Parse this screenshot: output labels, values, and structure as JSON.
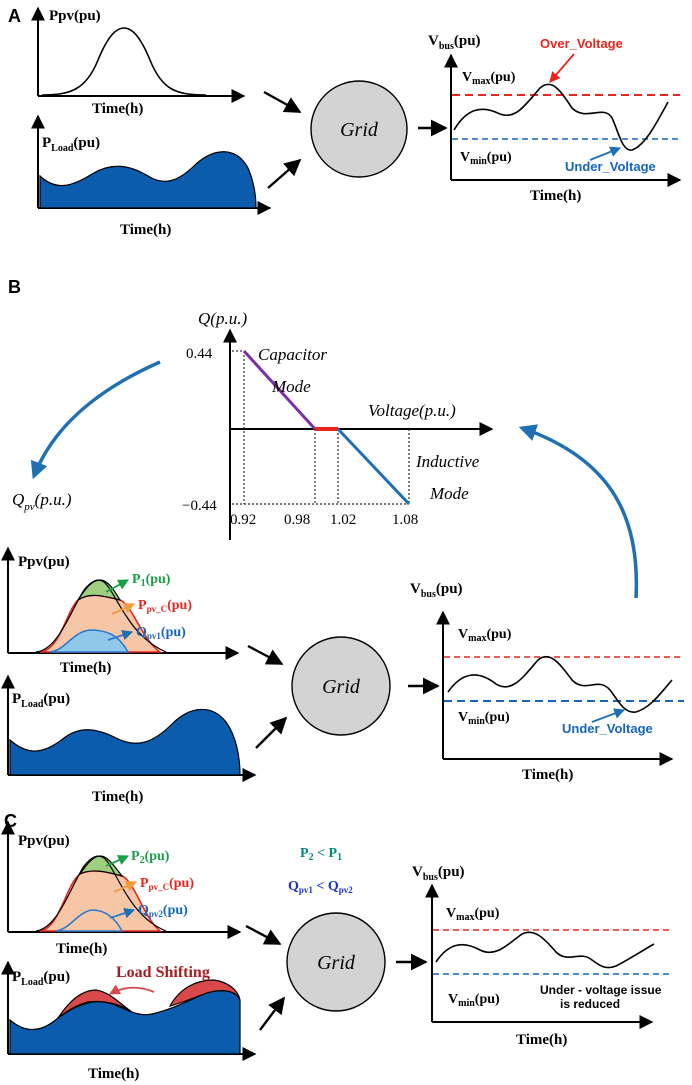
{
  "panels": {
    "A": {
      "label": "A",
      "ppv_label": "Ppv(pu)",
      "time_label": "Time(h)",
      "pload_label_main": "P",
      "pload_label_sub": "Load",
      "pload_label_unit": "(pu)",
      "grid_label": "Grid",
      "vbus_main": "V",
      "vbus_sub": "bus",
      "vbus_unit": "(pu)",
      "over_voltage": "Over_Voltage",
      "under_voltage": "Under_Voltage",
      "vmax_main": "V",
      "vmax_sub": "max",
      "vmax_unit": "(pu)",
      "vmin_main": "V",
      "vmin_sub": "min",
      "vmin_unit": "(pu)"
    },
    "B": {
      "label": "B",
      "q_axis": "Q(p.u.)",
      "voltage_axis": "Voltage(p.u.)",
      "capacitor_line1": "Capacitor",
      "capacitor_line2": "Mode",
      "inductive_line1": "Inductive",
      "inductive_line2": "Mode",
      "qpv_main": "Q",
      "qpv_sub": "pv",
      "qpv_unit": "(p.u.)",
      "y_ticks": [
        "0.44",
        "−0.44"
      ],
      "x_ticks": [
        "0.92",
        "0.98",
        "1.02",
        "1.08"
      ],
      "ppv_label": "Ppv(pu)",
      "p1_main": "P",
      "p1_sub": "1",
      "p1_unit": "(pu)",
      "ppvc_main": "P",
      "ppvc_sub": "pv_C",
      "ppvc_unit": "(pu)",
      "qpv1_main": "Q",
      "qpv1_sub": "pv1",
      "qpv1_unit": "(pu)",
      "time_label": "Time(h)",
      "pload_label_main": "P",
      "pload_label_sub": "Load",
      "pload_label_unit": "(pu)",
      "grid_label": "Grid",
      "vbus_main": "V",
      "vbus_sub": "bus",
      "vbus_unit": "(pu)",
      "vmax_main": "V",
      "vmax_sub": "max",
      "vmax_unit": "(pu)",
      "vmin_main": "V",
      "vmin_sub": "min",
      "vmin_unit": "(pu)",
      "under_voltage": "Under_Voltage"
    },
    "C": {
      "label": "C",
      "ppv_label": "Ppv(pu)",
      "p2_main": "P",
      "p2_sub": "2",
      "p2_unit": "(pu)",
      "ppvc_main": "P",
      "ppvc_sub": "pv_C",
      "ppvc_unit": "(pu)",
      "qpv2_main": "Q",
      "qpv2_sub": "pv2",
      "qpv2_unit": "(pu)",
      "time_label": "Time(h)",
      "pload_label_main": "P",
      "pload_label_sub": "Load",
      "pload_label_unit": "(pu)",
      "load_shifting": "Load Shifting",
      "grid_label": "Grid",
      "cmp1_a": "P",
      "cmp1_a_sub": "2",
      "cmp1_op": " < ",
      "cmp1_b": "P",
      "cmp1_b_sub": "1",
      "cmp2_a": "Q",
      "cmp2_a_sub": "pv1",
      "cmp2_op": " < ",
      "cmp2_b": "Q",
      "cmp2_b_sub": "pv2",
      "vbus_main": "V",
      "vbus_sub": "bus",
      "vbus_unit": "(pu)",
      "vmax_main": "V",
      "vmax_sub": "max",
      "vmax_unit": "(pu)",
      "vmin_main": "V",
      "vmin_sub": "min",
      "vmin_unit": "(pu)",
      "under_issue_line1": "Under - voltage issue",
      "under_issue_line2": "is reduced"
    }
  },
  "colors": {
    "load_fill": "#0b5cad",
    "over_red": "#e8261f",
    "under_blue": "#1565c0",
    "grid_fill": "#d3d3d3",
    "p_green": "#1a9e47",
    "p_green_fill": "#9fcf7e",
    "ppvc_red": "#e8261f",
    "ppvc_fill": "#f7c6a6",
    "q_blue": "#2a7bd0",
    "q_fill": "#8fc8e8",
    "cap_purple": "#7a2fa8",
    "flat_red": "#e8261f",
    "ind_blue": "#1f6fb5",
    "arrow_orange": "#f39a3c",
    "teal": "#00897b",
    "shift_red": "#d9494b",
    "shift_text": "#a51d23"
  }
}
